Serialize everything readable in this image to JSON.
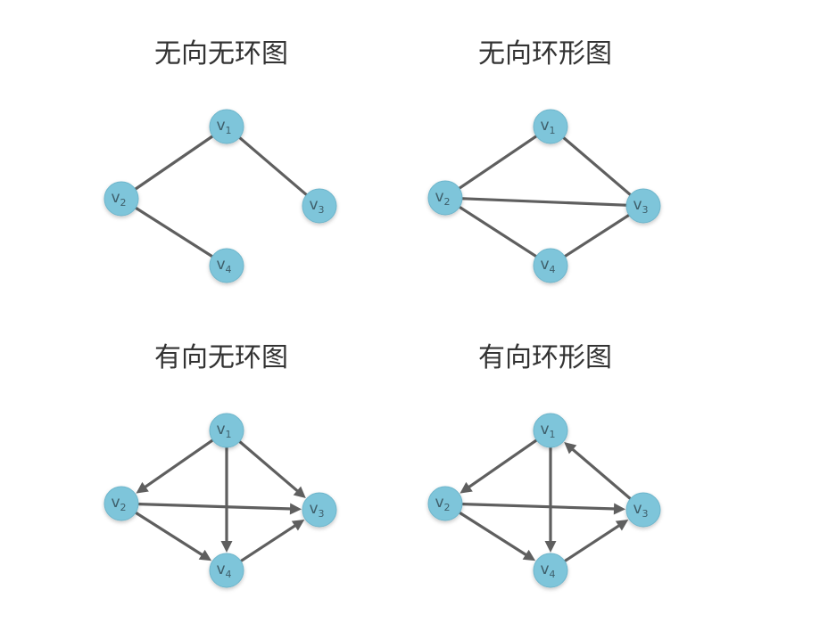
{
  "colors": {
    "node_fill": "#7ec5da",
    "edge": "#5f5f5f",
    "title_text": "#333333"
  },
  "panels": [
    {
      "id": "undirected-acyclic",
      "title": "无向无环图",
      "directed": false,
      "nodes": [
        {
          "id": "v1",
          "base": "v",
          "sub": "1"
        },
        {
          "id": "v2",
          "base": "v",
          "sub": "2"
        },
        {
          "id": "v3",
          "base": "v",
          "sub": "3"
        },
        {
          "id": "v4",
          "base": "v",
          "sub": "4"
        }
      ],
      "edges": [
        [
          "v1",
          "v2"
        ],
        [
          "v1",
          "v3"
        ],
        [
          "v2",
          "v4"
        ]
      ]
    },
    {
      "id": "undirected-cyclic",
      "title": "无向环形图",
      "directed": false,
      "nodes": [
        {
          "id": "v1",
          "base": "v",
          "sub": "1"
        },
        {
          "id": "v2",
          "base": "v",
          "sub": "2"
        },
        {
          "id": "v3",
          "base": "v",
          "sub": "3"
        },
        {
          "id": "v4",
          "base": "v",
          "sub": "4"
        }
      ],
      "edges": [
        [
          "v1",
          "v2"
        ],
        [
          "v1",
          "v3"
        ],
        [
          "v2",
          "v3"
        ],
        [
          "v2",
          "v4"
        ],
        [
          "v4",
          "v3"
        ]
      ]
    },
    {
      "id": "directed-acyclic",
      "title": "有向无环图",
      "directed": true,
      "nodes": [
        {
          "id": "v1",
          "base": "v",
          "sub": "1"
        },
        {
          "id": "v2",
          "base": "v",
          "sub": "2"
        },
        {
          "id": "v3",
          "base": "v",
          "sub": "3"
        },
        {
          "id": "v4",
          "base": "v",
          "sub": "4"
        }
      ],
      "edges": [
        [
          "v1",
          "v2"
        ],
        [
          "v1",
          "v3"
        ],
        [
          "v1",
          "v4"
        ],
        [
          "v2",
          "v3"
        ],
        [
          "v2",
          "v4"
        ],
        [
          "v4",
          "v3"
        ]
      ]
    },
    {
      "id": "directed-cyclic",
      "title": "有向环形图",
      "directed": true,
      "nodes": [
        {
          "id": "v1",
          "base": "v",
          "sub": "1"
        },
        {
          "id": "v2",
          "base": "v",
          "sub": "2"
        },
        {
          "id": "v3",
          "base": "v",
          "sub": "3"
        },
        {
          "id": "v4",
          "base": "v",
          "sub": "4"
        }
      ],
      "edges": [
        [
          "v1",
          "v2"
        ],
        [
          "v1",
          "v4"
        ],
        [
          "v2",
          "v3"
        ],
        [
          "v2",
          "v4"
        ],
        [
          "v4",
          "v3"
        ],
        [
          "v3",
          "v1"
        ]
      ]
    }
  ]
}
